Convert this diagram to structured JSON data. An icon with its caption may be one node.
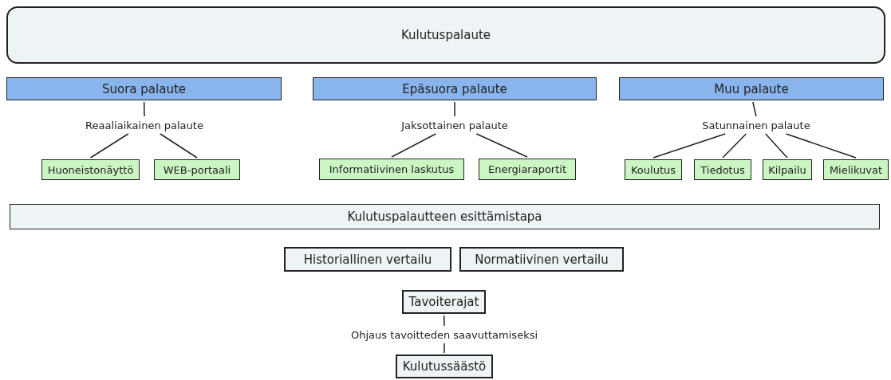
{
  "diagram": {
    "nodes": [
      {
        "text": [
          "Kulutuspalaute"
        ]
      },
      {
        "text": [
          "Suora palaute"
        ]
      },
      {
        "text": [
          "Reaaliaikainen palaute"
        ]
      },
      {
        "text": [
          "Huoneistonäyttö"
        ]
      },
      {
        "text": [
          "WEB-portaali"
        ]
      },
      {
        "text": [
          "Epäsuora palaute"
        ]
      },
      {
        "text": [
          "Jaksottainen palaute"
        ]
      },
      {
        "text": [
          "Informatiivinen laskutus"
        ]
      },
      {
        "text": [
          "Energiaraportit"
        ]
      },
      {
        "text": [
          "Muu palaute"
        ]
      },
      {
        "text": [
          "Satunnainen palaute"
        ]
      },
      {
        "text": [
          "Koulutus"
        ]
      },
      {
        "text": [
          "Tiedotus"
        ]
      },
      {
        "text": [
          "Kilpailu"
        ]
      },
      {
        "text": [
          "Mielikuvat"
        ]
      },
      {
        "text": [
          "Kulutuspalautteen esittämistapa"
        ]
      },
      {
        "text": [
          "Historiallinen vertailu"
        ]
      },
      {
        "text": [
          "Normatiivinen vertailu"
        ]
      },
      {
        "text": [
          "Tavoiterajat"
        ]
      },
      {
        "text": [
          "Ohjaus tavoitteden saavuttamiseksi"
        ]
      },
      {
        "text": [
          "Kulutussäästö"
        ]
      }
    ],
    "edges": [
      {
        "from": 1,
        "to": 2,
        "arrow": "none"
      },
      {
        "from": 2,
        "to": 3,
        "arrow": "none"
      },
      {
        "from": 2,
        "to": 4,
        "arrow": "none"
      },
      {
        "from": 5,
        "to": 6,
        "arrow": "none"
      },
      {
        "from": 6,
        "to": 7,
        "arrow": "none"
      },
      {
        "from": 6,
        "to": 8,
        "arrow": "none"
      },
      {
        "from": 9,
        "to": 10,
        "arrow": "none"
      },
      {
        "from": 10,
        "to": 11,
        "arrow": "none"
      },
      {
        "from": 10,
        "to": 12,
        "arrow": "none"
      },
      {
        "from": 10,
        "to": 13,
        "arrow": "none"
      },
      {
        "from": 10,
        "to": 14,
        "arrow": "none"
      },
      {
        "from": 18,
        "to": 19,
        "arrow": "none"
      },
      {
        "from": 19,
        "to": 20,
        "arrow": "none"
      }
    ]
  }
}
